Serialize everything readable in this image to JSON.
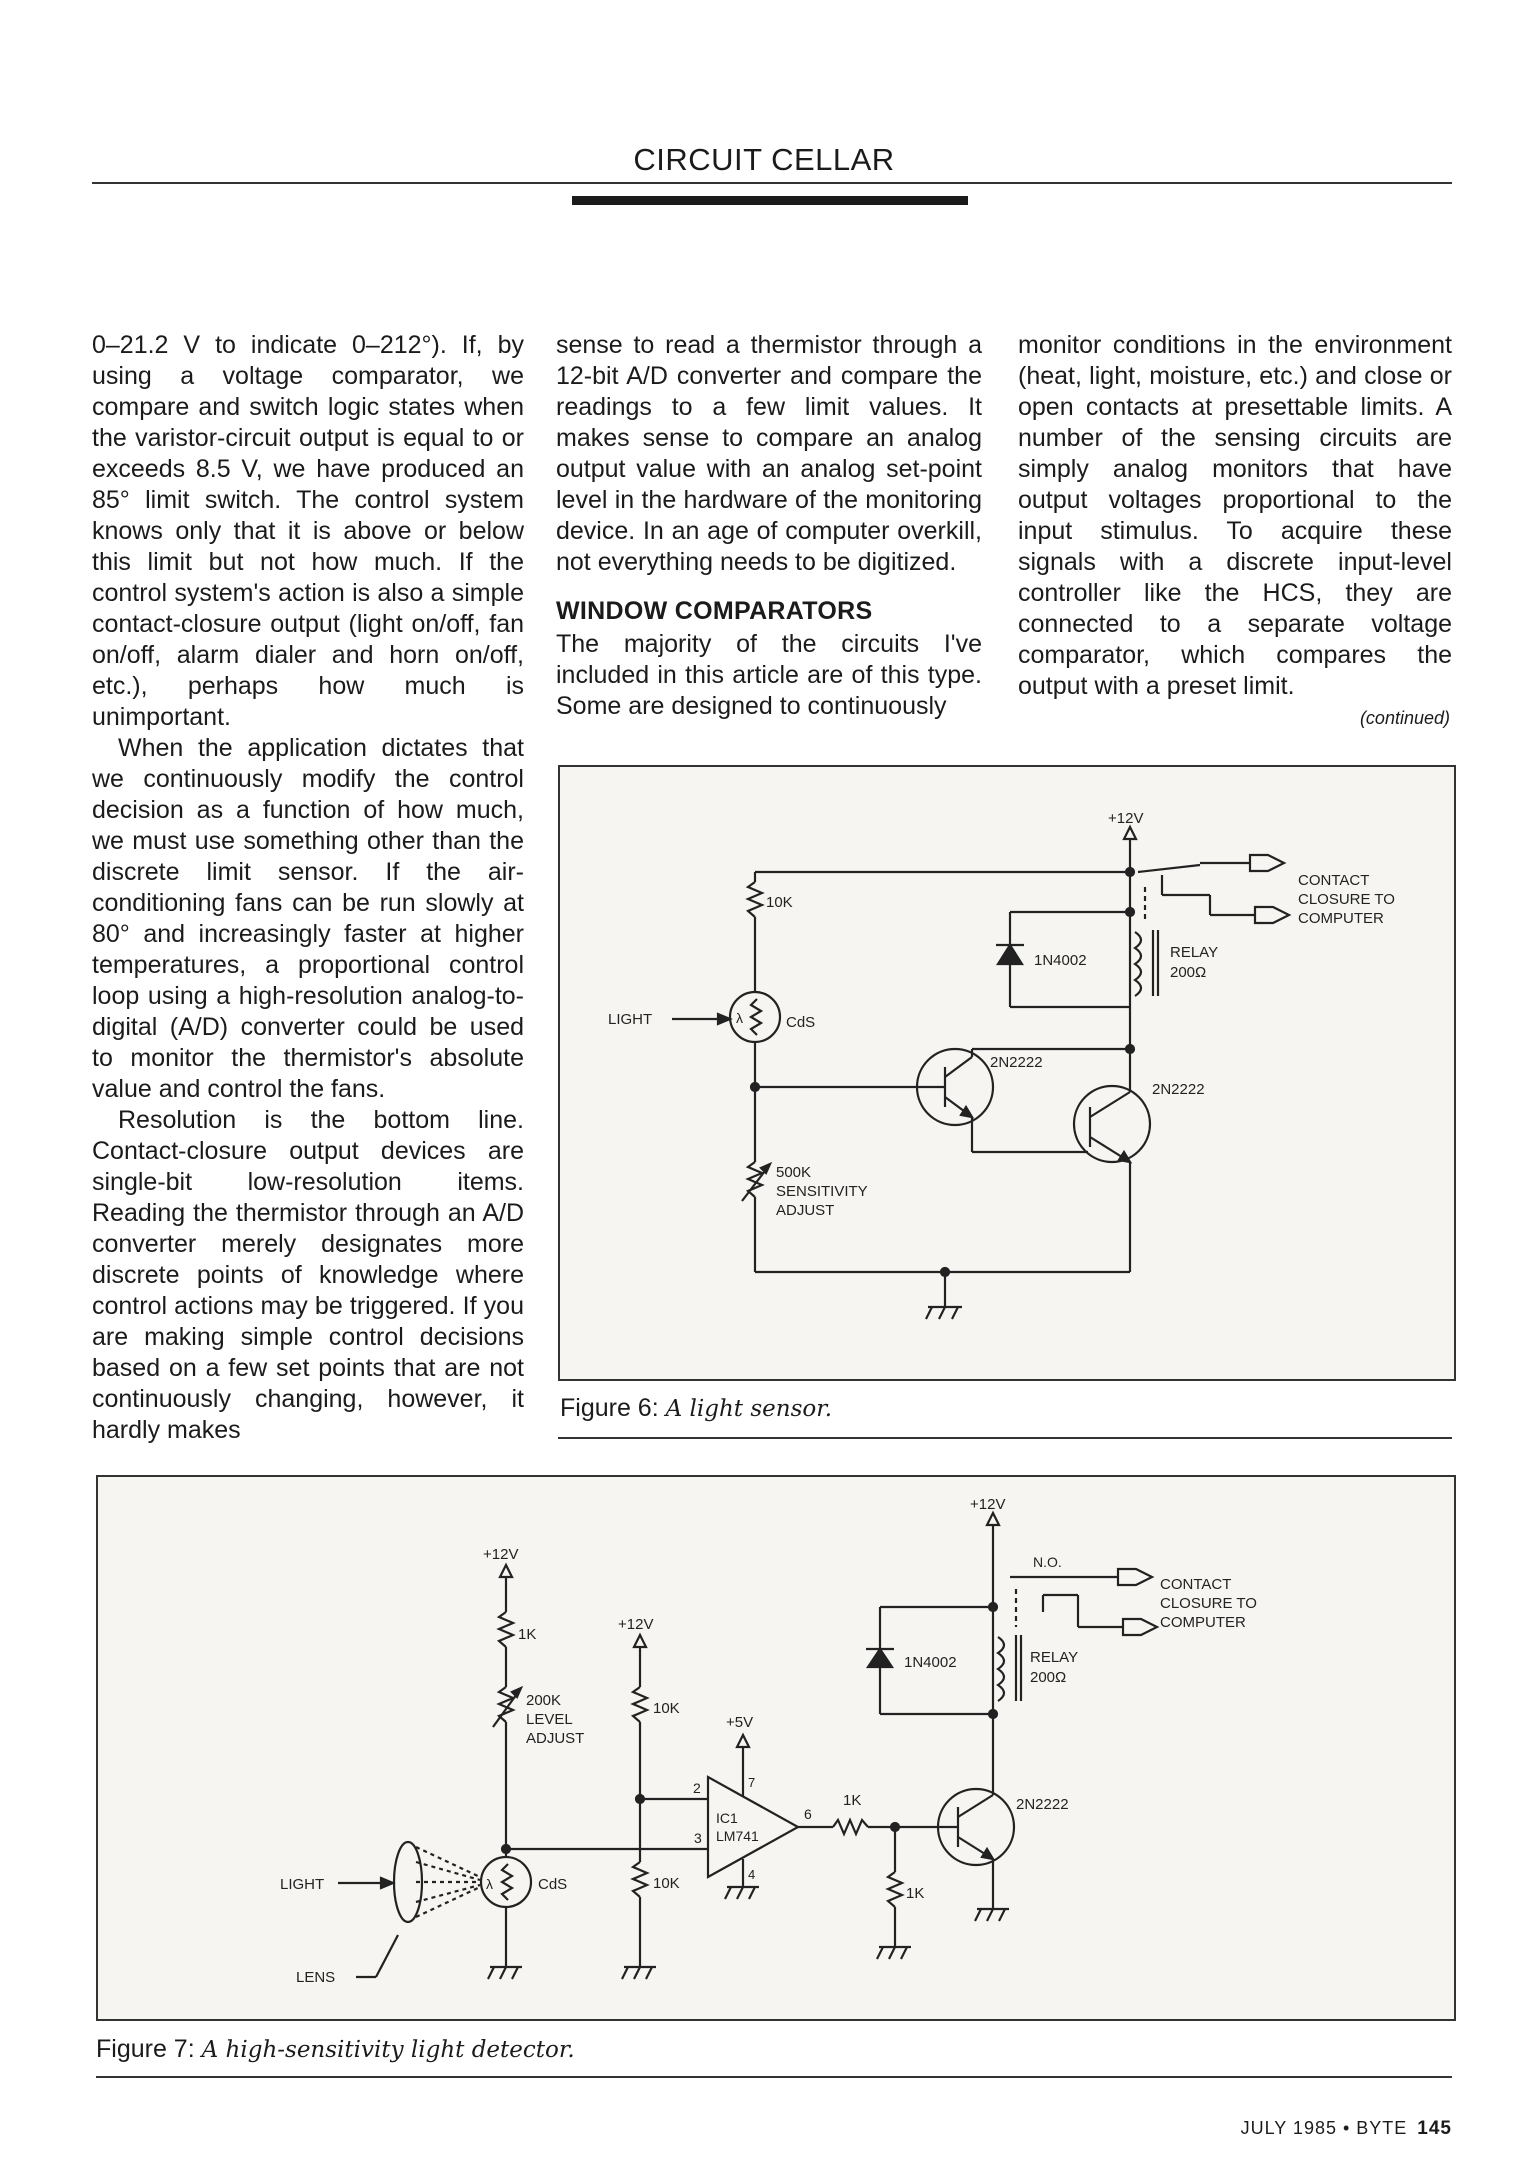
{
  "header": {
    "title": "CIRCUIT CELLAR"
  },
  "column1": {
    "p1": "0–21.2 V to indicate 0–212°). If, by using a voltage comparator, we compare and switch logic states when the varistor-circuit output is equal to or exceeds 8.5 V, we have produced an 85° limit switch. The control system knows only that it is above or below this limit but not how much. If the control system's action is also a simple contact-closure output (light on/off, fan on/off, alarm dialer and horn on/off, etc.), perhaps how much is unimportant.",
    "p2": "When the application dictates that we continuously modify the control decision as a function of how much, we must use something other than the discrete limit sensor. If the air-conditioning fans can be run slowly at 80° and increasingly faster at higher temperatures, a proportional control loop using a high-resolution analog-to-digital (A/D) converter could be used to monitor the thermistor's absolute value and control the fans.",
    "p3": "Resolution is the bottom line. Contact-closure output devices are single-bit low-resolution items. Reading the thermistor through an A/D converter merely designates more discrete points of knowledge where control actions may be triggered. If you are making simple control decisions based on a few set points that are not continuously changing, however, it hardly makes"
  },
  "column2": {
    "p1": "sense to read a thermistor through a 12-bit A/D converter and compare the readings to a few limit values. It makes sense to compare an analog output value with an analog set-point level in the hardware of the monitoring device. In an age of computer overkill, not everything needs to be digitized.",
    "heading": "WINDOW COMPARATORS",
    "p2": "The majority of the circuits I've included in this article are of this type. Some are designed to continuously"
  },
  "column3": {
    "p1": "monitor conditions in the environment (heat, light, moisture, etc.) and close or open contacts at presettable limits. A number of the sensing circuits are simply analog monitors that have output voltages proportional to the input stimulus. To acquire these signals with a discrete input-level controller like the HCS, they are connected to a separate voltage comparator, which compares the output with a preset limit.",
    "continued": "(continued)"
  },
  "figure6": {
    "caption_label": "Figure 6:",
    "caption_text": "A light sensor.",
    "labels": {
      "vcc": "+12V",
      "r1": "10K",
      "diode": "1N4002",
      "relay1": "RELAY",
      "relay2": "200Ω",
      "contact1": "CONTACT",
      "contact2": "CLOSURE TO",
      "contact3": "COMPUTER",
      "light": "LIGHT",
      "cds": "CdS",
      "q1": "2N2222",
      "q2": "2N2222",
      "pot1": "500K",
      "pot2": "SENSITIVITY",
      "pot3": "ADJUST",
      "lambda": "λ"
    }
  },
  "figure7": {
    "caption_label": "Figure 7:",
    "caption_text": "A high-sensitivity light detector.",
    "labels": {
      "vcc1": "+12V",
      "r1": "1K",
      "pot1": "200K",
      "pot2": "LEVEL",
      "pot3": "ADJUST",
      "vcc2": "+12V",
      "r2": "10K",
      "r3": "10K",
      "vcc3": "+5V",
      "ic1": "IC1",
      "ic2": "LM741",
      "pin2": "2",
      "pin3": "3",
      "pin4": "4",
      "pin6": "6",
      "pin7": "7",
      "r4": "1K",
      "r5": "1K",
      "vcc4": "+12V",
      "no": "N.O.",
      "contact1": "CONTACT",
      "contact2": "CLOSURE TO",
      "contact3": "COMPUTER",
      "diode": "1N4002",
      "relay1": "RELAY",
      "relay2": "200Ω",
      "q1": "2N2222",
      "light": "LIGHT",
      "lens": "LENS",
      "cds": "CdS",
      "lambda": "λ"
    }
  },
  "footer": {
    "issue": "JULY 1985 • BYTE",
    "page": "145"
  }
}
